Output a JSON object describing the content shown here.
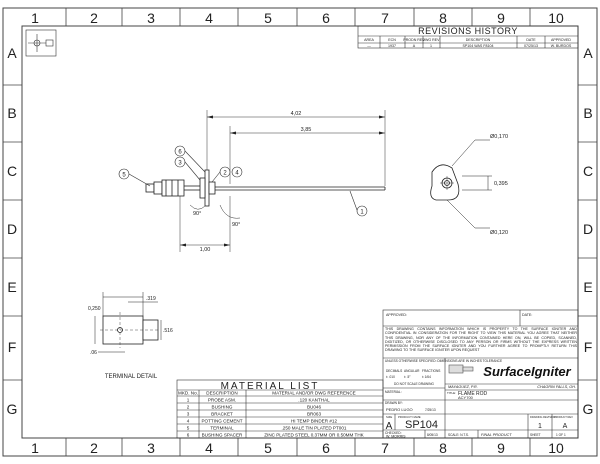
{
  "border": {
    "columns": [
      "1",
      "2",
      "3",
      "4",
      "5",
      "6",
      "7",
      "8",
      "9",
      "10"
    ],
    "rows": [
      "A",
      "B",
      "C",
      "D",
      "E",
      "F",
      "G"
    ]
  },
  "revisions": {
    "title": "REVISIONS HISTORY",
    "headers": [
      "AREA",
      "ECN",
      "PRODN REV",
      "DWG REV",
      "DESCRIPTION",
      "DATE",
      "APPROVED"
    ],
    "row": [
      "—",
      "1937",
      "A",
      "1",
      "SP104 WAS F8104",
      "07/25/13",
      "W. BURDOS"
    ]
  },
  "callouts": [
    "1",
    "2",
    "3",
    "4",
    "5",
    "6"
  ],
  "dimensions": {
    "overall_length": "4,02",
    "body_length": "3,85",
    "angle_a": "90°",
    "angle_b": "90°",
    "stub_length": "1,00",
    "hole_dia": "Ø0,170",
    "bracket_width": "0,395",
    "lower_dia": "Ø0,120"
  },
  "terminal_detail": {
    "label": "TERMINAL DETAIL",
    "dim_width": ".319",
    "dim_height": "0,250",
    "dim_right": ".516",
    "dim_bottom": ".06"
  },
  "material_list": {
    "title": "MATERIAL LIST",
    "headers": [
      "MKD. No.",
      "DESCRIPTION",
      "MATERIAL AND/OR DWG REFERENCE"
    ],
    "rows": [
      [
        "1",
        "PROBE ASM.",
        ".120 KANTHAL"
      ],
      [
        "2",
        "BUSHING",
        "BU046"
      ],
      [
        "3",
        "BRACKET",
        "BR063"
      ],
      [
        "4",
        "POTTING CEMENT",
        "HI TEMP BINDER #12"
      ],
      [
        "5",
        "TERMINAL",
        ".250 MALE TIN PLATED PT001"
      ],
      [
        "6",
        "BUSHING SPACER",
        "ZINC PLATED STEEL 0.37MM OR 0.50MM THK"
      ]
    ]
  },
  "title_block": {
    "approved_label": "APPROVED:",
    "date_label": "DATE:",
    "notice": "THIS DRAWING CONTAINS INFORMATION WHICH IS PROPERTY TO THE SURFACE IGNITER AND CONFIDENTIAL IN CONSIDERATION FOR THE RIGHT TO VIEW THIS MATERIAL YOU AGREE THAT NEITHER THIS DRAWING, NOR ANY OF THE INFORMATION CONTAINED HERE ON, WILL BE COPIED, SCANNED, DIGITIZED, OR OTHERWISE DISCLOSED TO ANY PERSON OR FIRMS WITHOUT THE EXPRESS WRITTEN PERMISSION FROM THE SURFACE IGNITER AND YOU FURTHER AGREE TO PROMPTLY RETURN THIS DRAWING TO THE SURFACE IGNITER UPON REQUEST",
    "tolerance_header": "UNLESS OTHERWISE SPECIFIED: DIMENSIONS ARE IN INCHES TOLERANCE",
    "tolerance_cols": [
      "DECIMALS",
      "ANGULAR",
      "FRACTIONS"
    ],
    "tolerance_vals": [
      "± .010",
      "± .5°",
      "± 1/64"
    ],
    "do_not_scale": "DO NOT SCALE DRAWING",
    "material_label": "MATERIAL:",
    "company": "SurfaceIgniter",
    "location_left": "MAYAGUEZ, P.R.",
    "location_right": "CHAGRIN FALLS, OH.",
    "title_label": "TITLE:",
    "title_line1": "FLAME ROD",
    "title_line2": "ACY700",
    "size_label": "SIZE",
    "size": "A",
    "part_label": "PRODUCT NAME",
    "part_number": "SP104",
    "drawing_rev_label": "DRAWING REVISION",
    "drawing_rev": "1",
    "product_rev_label": "PRODUCT REV",
    "product_rev": "A",
    "drawn_label": "DRAWN BY:",
    "drawn_by": "PEDRO LUGO",
    "drawn_date": "7/25/13",
    "checked_label": "CHECKED:",
    "checked_by": "W. MORRIS",
    "checked_date": "8/05/13",
    "scale_label": "SCALE: N.T.S.",
    "status": "FINAL PRODUCT",
    "sheet_label": "SHEET",
    "sheet": "1 OF 1"
  }
}
